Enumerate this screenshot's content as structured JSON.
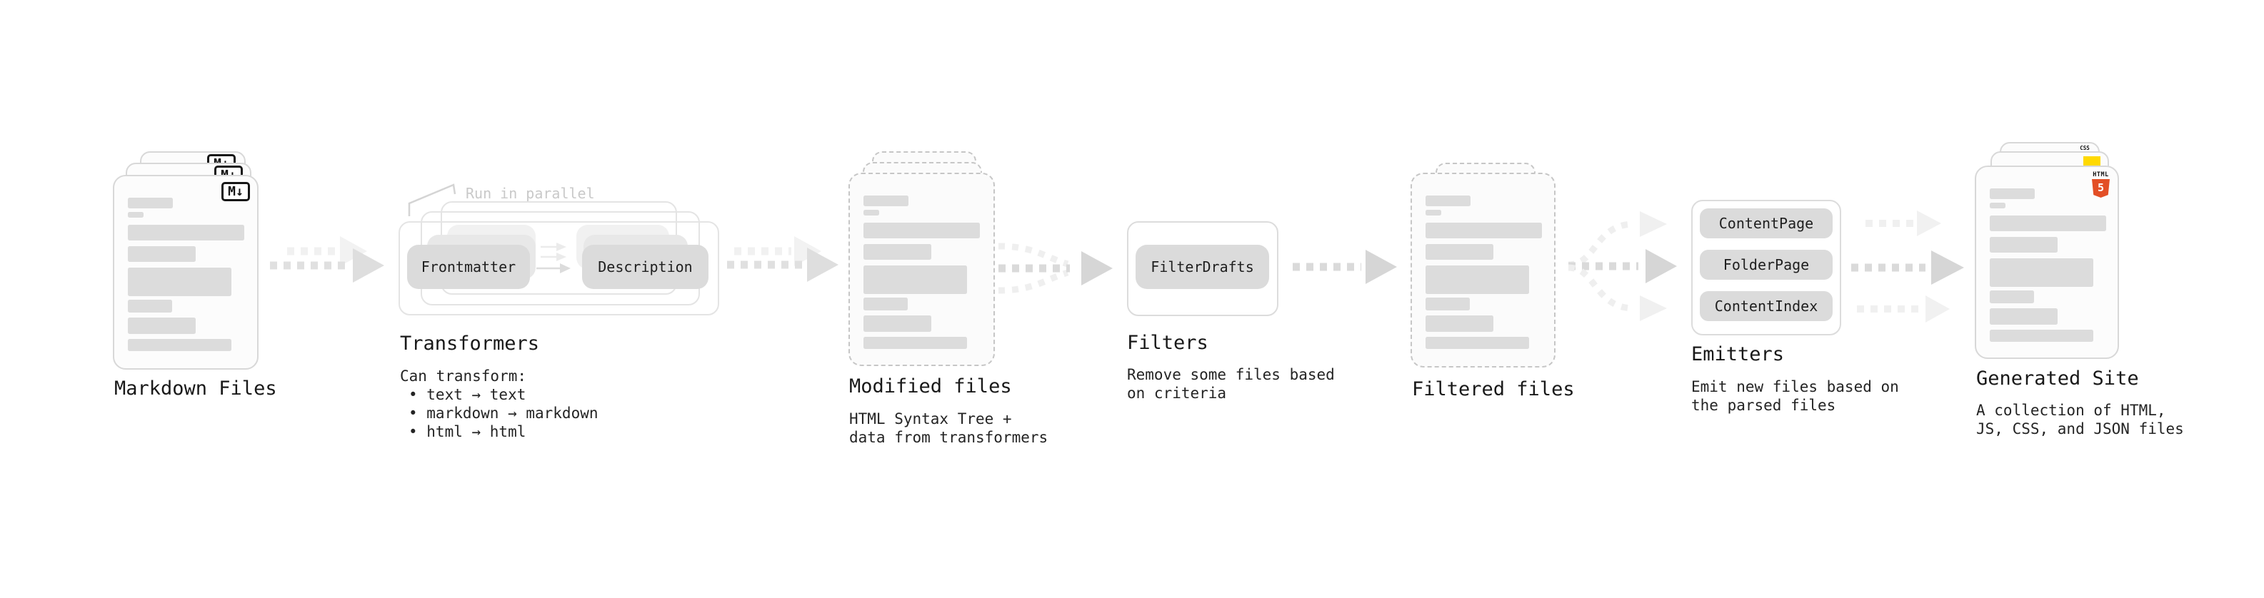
{
  "stages": {
    "markdown": {
      "label": "Markdown Files",
      "badge": "M↓"
    },
    "transformers": {
      "label": "Transformers",
      "annotation": "Run in parallel",
      "pill_left": "Frontmatter",
      "pill_right": "Description",
      "desc_title": "Can transform:",
      "bullets": [
        "• text → text",
        "• markdown → markdown",
        "• html → html"
      ]
    },
    "modified": {
      "label": "Modified files",
      "desc": [
        "HTML Syntax Tree +",
        "data from transformers"
      ]
    },
    "filters": {
      "label": "Filters",
      "pill": "FilterDrafts",
      "desc": [
        "Remove some files based",
        "on criteria"
      ]
    },
    "filtered": {
      "label": "Filtered files"
    },
    "emitters": {
      "label": "Emitters",
      "pills": [
        "ContentPage",
        "FolderPage",
        "ContentIndex"
      ],
      "desc": [
        "Emit new files based on",
        "the parsed files"
      ]
    },
    "generated": {
      "label": "Generated Site",
      "badge_html": "HTML",
      "badge_html_num": "5",
      "badge_css": "CSS",
      "desc": [
        "A collection of HTML,",
        "JS, CSS, and JSON files"
      ]
    }
  },
  "colors": {
    "html_orange": "#e34f26",
    "js_yellow": "#ffd900",
    "css_blue": "#2962ff",
    "arrow_dark": "#dadada",
    "arrow_light": "#f0f0f0"
  }
}
